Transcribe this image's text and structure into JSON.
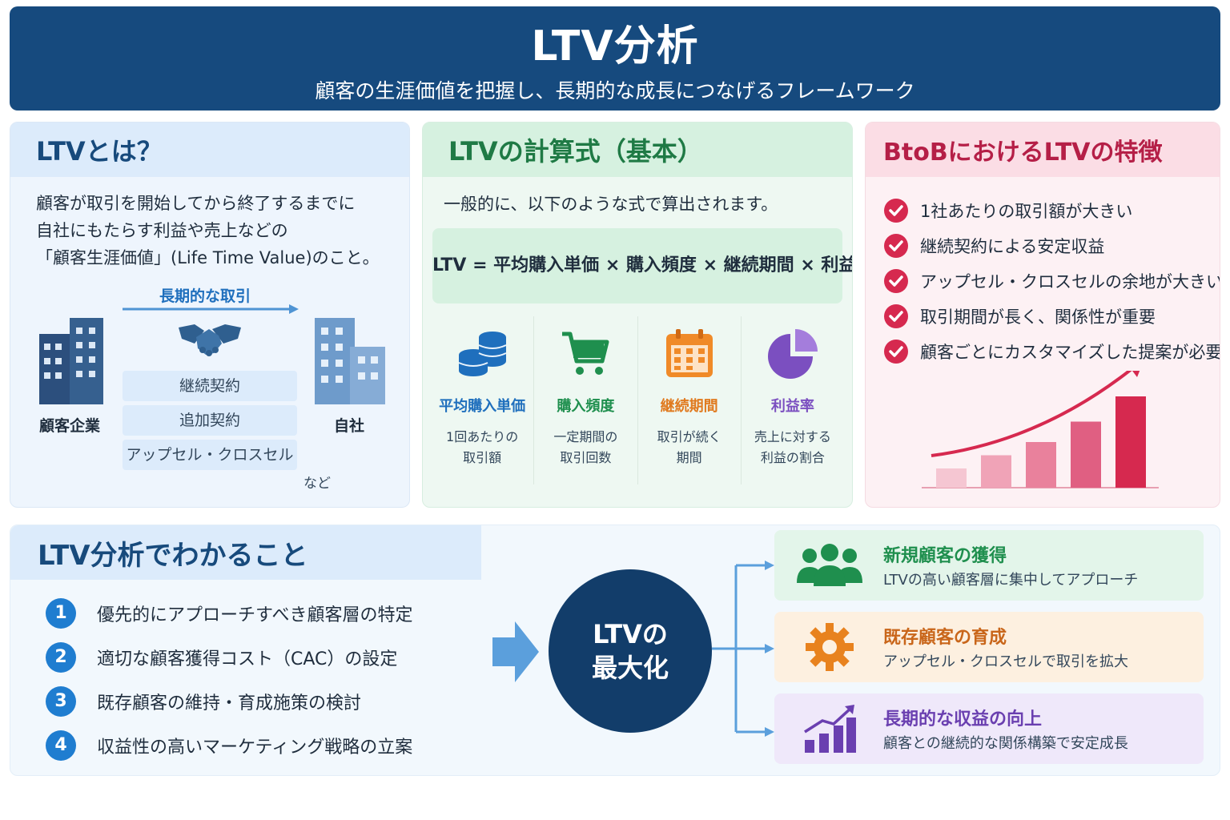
{
  "header": {
    "title": "LTV分析",
    "subtitle": "顧客の生涯価値を把握し、長期的な成長につなげるフレームワーク"
  },
  "definition": {
    "heading": "LTVとは？",
    "lines": [
      "顧客が取引を開始してから終了するまでに",
      "自社にもたらす利益や売上などの",
      "「顧客生涯価値」(Life Time Value)のこと。"
    ],
    "arrow_label": "長期的な取引",
    "customer_label": "顧客企業",
    "company_label": "自社",
    "deals": [
      "継続契約",
      "追加契約",
      "アップセル・クロスセル"
    ],
    "etc": "など",
    "icons": [
      "building-icon",
      "handshake-icon",
      "building-icon"
    ]
  },
  "formula": {
    "heading": "LTVの計算式（基本）",
    "intro": "一般的に、以下のような式で算出されます。",
    "expression": "LTV = 平均購入単価 × 購入頻度 × 継続期間 × 利益率",
    "factors": [
      {
        "name": "平均購入単価",
        "desc1": "1回あたりの",
        "desc2": "取引額",
        "color": "#1f6fbd",
        "icon": "coins-icon"
      },
      {
        "name": "購入頻度",
        "desc1": "一定期間の",
        "desc2": "取引回数",
        "color": "#1f8f4e",
        "icon": "cart-icon"
      },
      {
        "name": "継続期間",
        "desc1": "取引が続く",
        "desc2": "期間",
        "color": "#e07a1f",
        "icon": "calendar-icon"
      },
      {
        "name": "利益率",
        "desc1": "売上に対する",
        "desc2": "利益の割合",
        "color": "#7b4fc0",
        "icon": "pie-chart-icon"
      }
    ]
  },
  "btob": {
    "heading": "BtoBにおけるLTVの特徴",
    "items": [
      "1社あたりの取引額が大きい",
      "継続契約による安定収益",
      "アップセル・クロスセルの余地が大きい",
      "取引期間が長く、関係性が重要",
      "顧客ごとにカスタマイズした提案が必要"
    ],
    "check_color": "#d6294f",
    "growth_bars": [
      0.16,
      0.27,
      0.38,
      0.55,
      0.76
    ],
    "icons": [
      "check-icon",
      "growth-chart-icon"
    ]
  },
  "insights": {
    "heading": "LTV分析でわかること",
    "items": [
      {
        "num": "1",
        "text": "優先的にアプローチすべき顧客層の特定"
      },
      {
        "num": "2",
        "text": "適切な顧客獲得コスト（CAC）の設定"
      },
      {
        "num": "3",
        "text": "既存顧客の維持・育成施策の検討"
      },
      {
        "num": "4",
        "text": "収益性の高いマーケティング戦略の立案"
      }
    ],
    "center_line1": "LTVの",
    "center_line2": "最大化",
    "results": [
      {
        "title": "新規顧客の獲得",
        "desc": "LTVの高い顧客層に集中してアプローチ",
        "color": "#1f8f4e",
        "bg": "#e3f5ea",
        "icon": "people-icon"
      },
      {
        "title": "既存顧客の育成",
        "desc": "アップセル・クロスセルで取引を拡大",
        "color": "#c9661a",
        "bg": "#fdf0e0",
        "icon": "gear-icon"
      },
      {
        "title": "長期的な収益の向上",
        "desc": "顧客との継続的な関係構築で安定成長",
        "color": "#6a3fb0",
        "bg": "#efe8fa",
        "icon": "rising-bar-chart-icon"
      }
    ]
  }
}
